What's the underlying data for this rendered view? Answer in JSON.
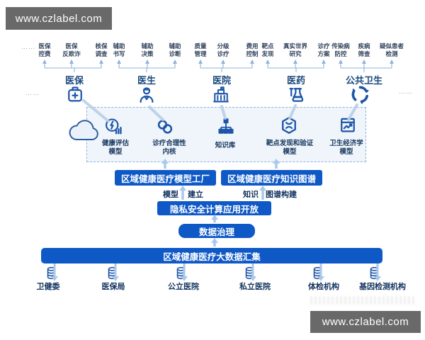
{
  "banners": {
    "top_left": "www.czlabel.com",
    "bottom_right": "www.czlabel.com"
  },
  "ellipsis": {
    "top_left": "……",
    "mid_left": "……",
    "mid_right": "……"
  },
  "colors": {
    "box_blue": "#0f59c7",
    "icon_blue": "#1d55a8",
    "line_light": "#aac8ec",
    "tree_line": "#8fb3de",
    "banner_gray": "#696969",
    "text_navy": "#17365d"
  },
  "top_groups": [
    {
      "name": "医保",
      "icon": "medkit-icon",
      "items": [
        "医保\n控费",
        "医保\n反欺诈",
        "核保\n调查"
      ]
    },
    {
      "name": "医生",
      "icon": "doctor-icon",
      "items": [
        "辅助\n书写",
        "辅助\n决策",
        "辅助\n诊断"
      ]
    },
    {
      "name": "医院",
      "icon": "hospital-icon",
      "items": [
        "质量\n管理",
        "分级\n诊疗",
        "费用\n控制"
      ]
    },
    {
      "name": "医药",
      "icon": "flask-icon",
      "items": [
        "靶点\n发现",
        "真实世界\n研究",
        "诊疗\n方案"
      ]
    },
    {
      "name": "公共卫生",
      "icon": "public-health-icon",
      "items": [
        "传染病\n防控",
        "疾病\n筛查",
        "疑似患者\n检测"
      ]
    }
  ],
  "models": [
    {
      "label": "健康评估\n模型",
      "icon": "gauge-lightning-icon"
    },
    {
      "label": "诊疗合理性\n内核",
      "icon": "chain-links-icon"
    },
    {
      "label": "知识库",
      "icon": "sitemap-icon"
    },
    {
      "label": "靶点发现和验证\n模型",
      "icon": "hexagon-target-icon"
    },
    {
      "label": "卫生经济学\n模型",
      "icon": "trend-box-icon"
    }
  ],
  "platform": {
    "model_factory": "区域健康医疗模型工厂",
    "knowledge_graph": "区域健康医疗知识图谱",
    "model_build_left": "模型",
    "model_build_right": "建立",
    "kg_build_left": "知识",
    "kg_build_right": "图谱构建",
    "privacy_compute": "隐私安全计算应用开放",
    "data_governance": "数据治理",
    "big_data_bar": "区域健康医疗大数据汇集"
  },
  "sources": [
    "卫健委",
    "医保局",
    "公立医院",
    "私立医院",
    "体检机构",
    "基因检测机构"
  ]
}
